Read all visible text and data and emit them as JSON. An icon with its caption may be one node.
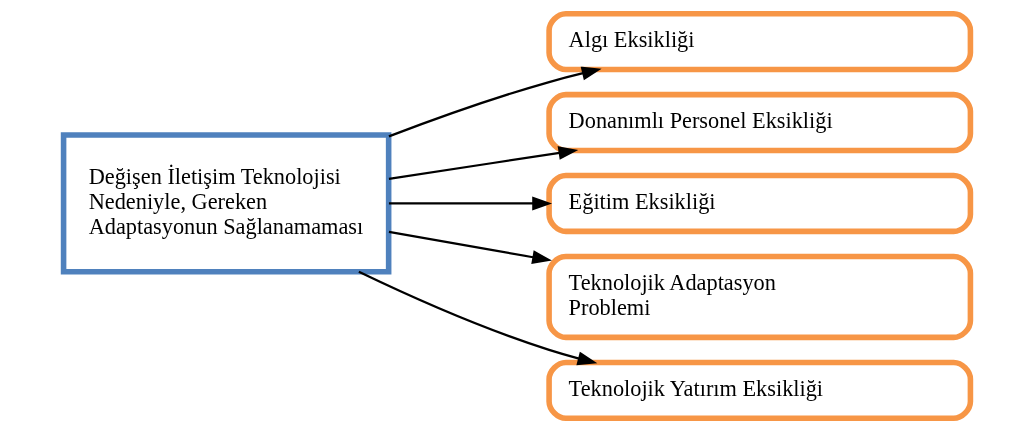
{
  "diagram": {
    "nodes": [
      {
        "text": [
          "Değişen İletişim Teknolojisi Nedeniyle, Gereken Adaptasyonun Sağlanamaması"
        ]
      },
      {
        "text": [
          "Algı Eksikliği"
        ]
      },
      {
        "text": [
          "Donanımlı Personel Eksikliği"
        ]
      },
      {
        "text": [
          "Eğitim Eksikliği"
        ]
      },
      {
        "text": [
          "Teknolojik Adaptasyon Problemi"
        ]
      },
      {
        "text": [
          "Teknolojik Yatırım Eksikliği"
        ]
      }
    ],
    "edges": [
      {
        "from": 0,
        "to": 1,
        "arrow": "to"
      },
      {
        "from": 0,
        "to": 2,
        "arrow": "to"
      },
      {
        "from": 0,
        "to": 3,
        "arrow": "to"
      },
      {
        "from": 0,
        "to": 4,
        "arrow": "to"
      },
      {
        "from": 0,
        "to": 5,
        "arrow": "to"
      }
    ]
  }
}
